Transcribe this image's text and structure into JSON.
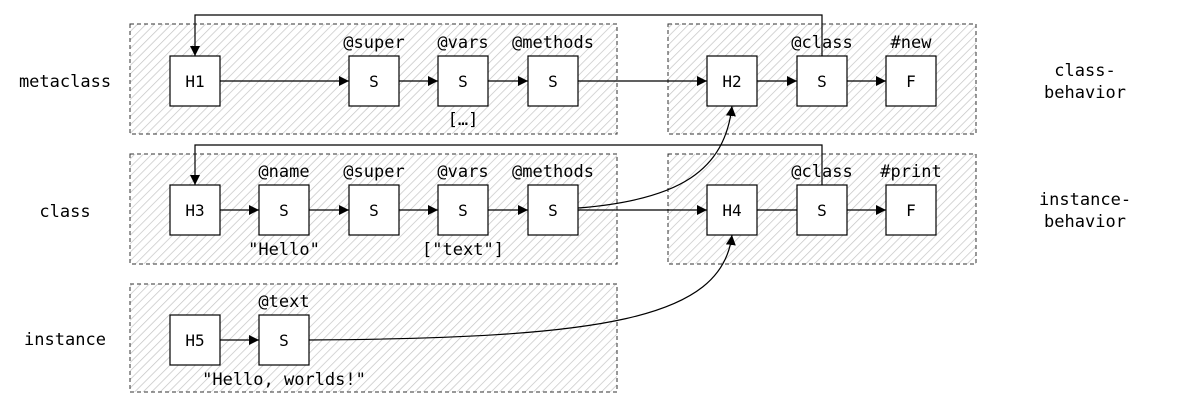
{
  "regions": [
    {
      "id": "metaclass",
      "label": "metaclass"
    },
    {
      "id": "class",
      "label": "class"
    },
    {
      "id": "instance",
      "label": "instance"
    },
    {
      "id": "class-behavior",
      "label_lines": [
        "class-",
        "behavior"
      ]
    },
    {
      "id": "instance-behavior",
      "label_lines": [
        "instance-",
        "behavior"
      ]
    }
  ],
  "nodes": {
    "H1": "H1",
    "H2": "H2",
    "H3": "H3",
    "H4": "H4",
    "H5": "H5",
    "S": "S",
    "F": "F"
  },
  "field_labels": {
    "super": "@super",
    "vars": "@vars",
    "methods": "@methods",
    "name": "@name",
    "class": "@class",
    "new": "#new",
    "print": "#print",
    "text": "@text"
  },
  "values": {
    "ellipsis": "[…]",
    "hello": "\"Hello\"",
    "text_vars": "[\"text\"]",
    "hello_worlds": "\"Hello, worlds!\""
  }
}
